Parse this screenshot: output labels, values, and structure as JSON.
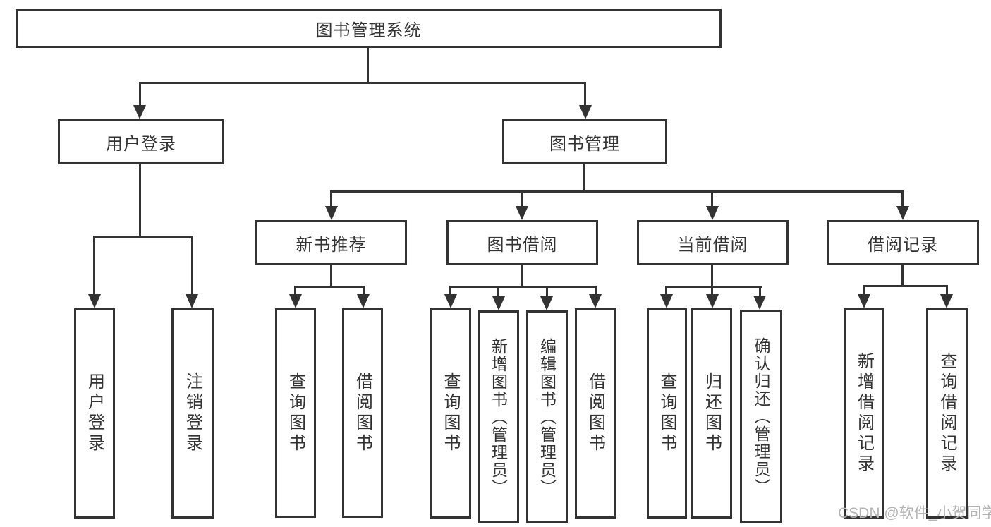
{
  "colors": {
    "line": "#333333",
    "box_border": "#333333",
    "text": "#333333",
    "watermark": "#b3b3b3"
  },
  "diagram": {
    "root": "图书管理系统",
    "level2": [
      "用户登录",
      "图书管理"
    ],
    "user_login_children": [
      "用户登录",
      "注销登录"
    ],
    "book_mgmt_children": [
      "新书推荐",
      "图书借阅",
      "当前借阅",
      "借阅记录"
    ],
    "new_book_rec_children": [
      "查询图书",
      "借阅图书"
    ],
    "book_borrow_children": [
      "查询图书",
      "新增图书（管理员）",
      "编辑图书（管理员）",
      "借阅图书"
    ],
    "current_borrow_children": [
      "查询图书",
      "归还图书",
      "确认归还（管理员）"
    ],
    "borrow_record_children": [
      "新增借阅记录",
      "查询借阅记录"
    ]
  },
  "watermark": {
    "text": "CSDN @软件_小贺同学"
  }
}
